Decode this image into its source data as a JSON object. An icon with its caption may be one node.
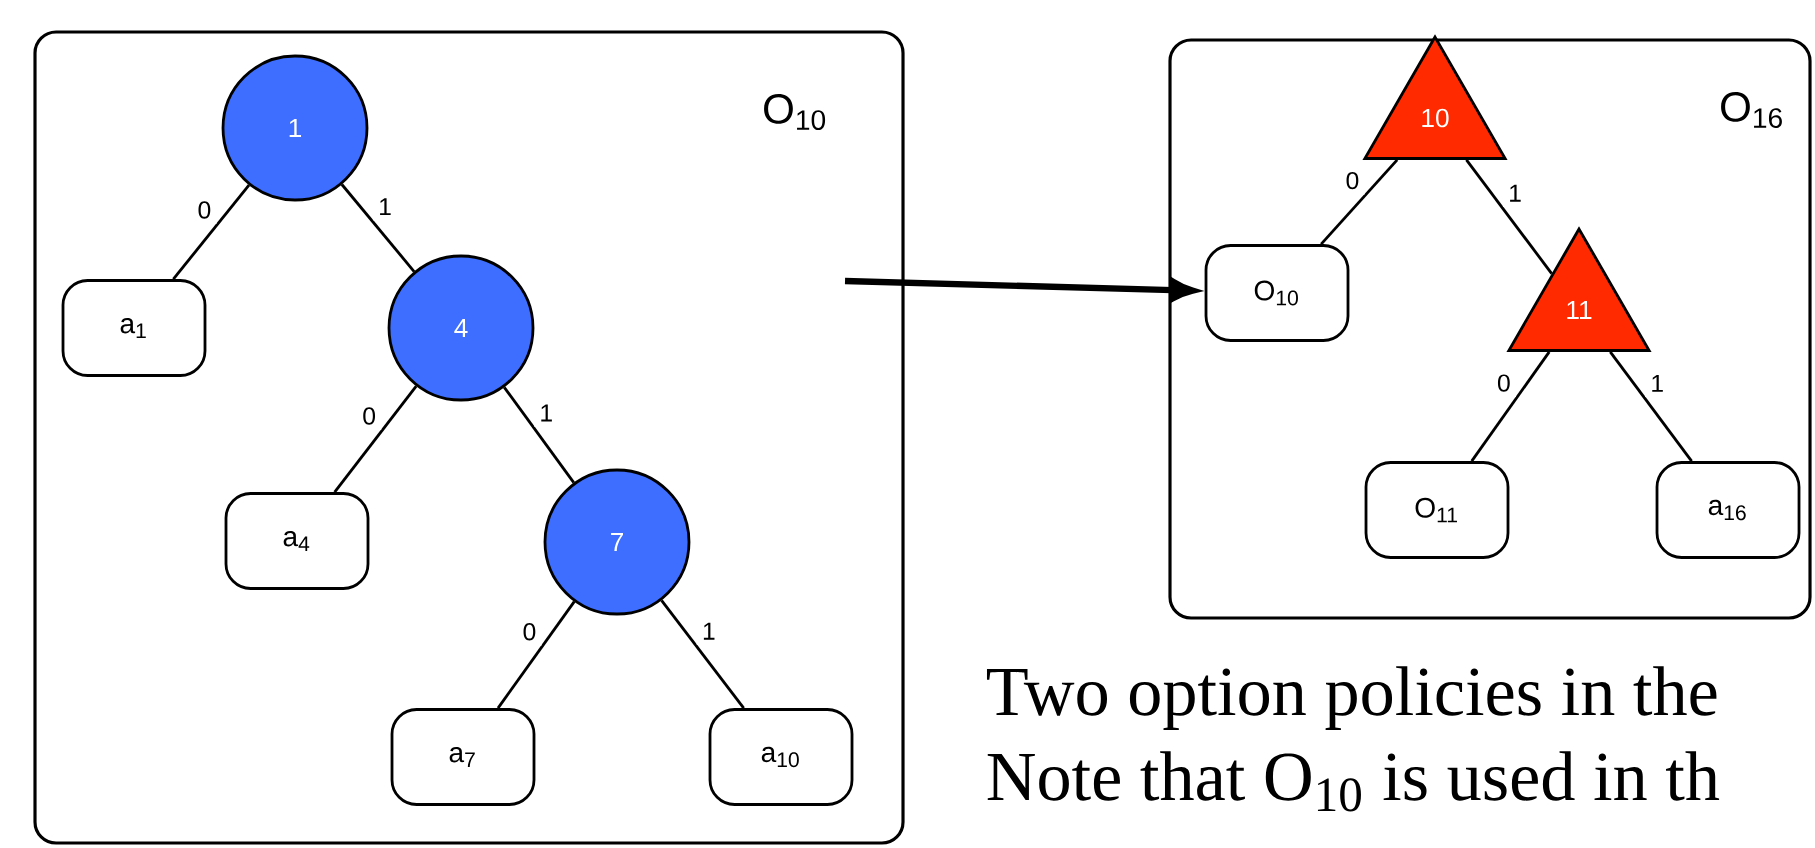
{
  "diagram": {
    "nodes": [
      {
        "text": [
          "O$_{10}$"
        ]
      },
      {
        "text": [
          "1"
        ],
        "in": 0
      },
      {
        "text": [
          "a$_{1}$"
        ],
        "in": 0
      },
      {
        "text": [
          "4"
        ],
        "in": 0
      },
      {
        "text": [
          "a$_{4}$"
        ],
        "in": 0
      },
      {
        "text": [
          "7"
        ],
        "in": 0
      },
      {
        "text": [
          "a$_{7}$"
        ],
        "in": 0
      },
      {
        "text": [
          "a$_{10}$"
        ],
        "in": 0
      },
      {
        "text": [
          "O$_{16}$"
        ]
      },
      {
        "text": [
          "10"
        ],
        "in": 8
      },
      {
        "text": [
          "O$_{10}$"
        ],
        "in": 8
      },
      {
        "text": [
          "11"
        ],
        "in": 8
      },
      {
        "text": [
          "O$_{11}$"
        ],
        "in": 8
      },
      {
        "text": [
          "a$_{16}$"
        ],
        "in": 8
      }
    ],
    "edges": [
      {
        "from": 1,
        "to": 2,
        "arrow": "none",
        "label": "0"
      },
      {
        "from": 1,
        "to": 3,
        "arrow": "none",
        "label": "1"
      },
      {
        "from": 3,
        "to": 4,
        "arrow": "none",
        "label": "0"
      },
      {
        "from": 3,
        "to": 5,
        "arrow": "none",
        "label": "1"
      },
      {
        "from": 5,
        "to": 6,
        "arrow": "none",
        "label": "0"
      },
      {
        "from": 5,
        "to": 7,
        "arrow": "none",
        "label": "1"
      },
      {
        "from": 9,
        "to": 10,
        "arrow": "none",
        "label": "0"
      },
      {
        "from": 9,
        "to": 11,
        "arrow": "none",
        "label": "1"
      },
      {
        "from": 11,
        "to": 12,
        "arrow": "none",
        "label": "0"
      },
      {
        "from": 11,
        "to": 13,
        "arrow": "none",
        "label": "1"
      },
      {
        "from": null,
        "to": 10,
        "arrow": "to",
        "style": "thick"
      }
    ],
    "labels": [
      "Two option policies in the",
      "Note that O$_{10}$ is used in th"
    ]
  }
}
